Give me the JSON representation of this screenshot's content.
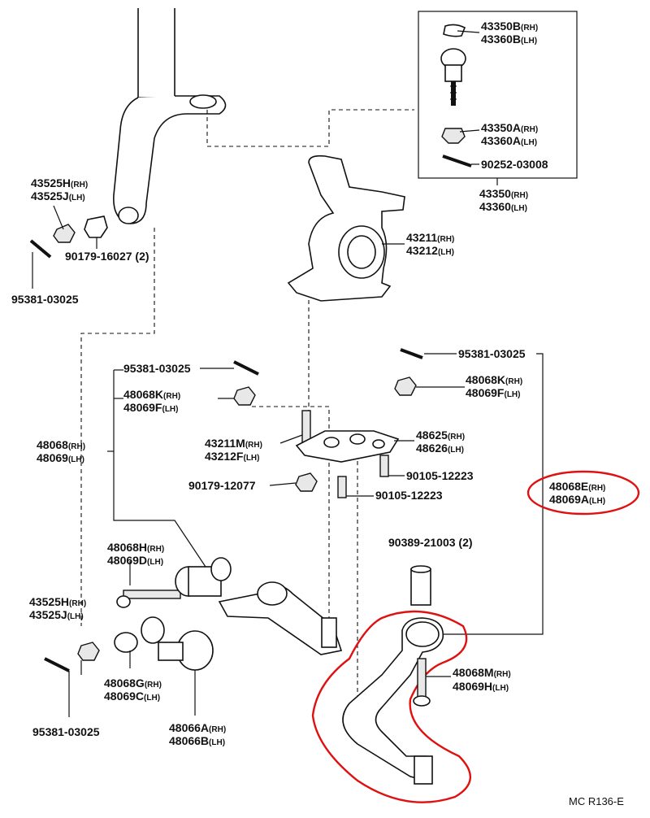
{
  "labels": {
    "l_43350B": "43350B",
    "l_43360B": "43360B",
    "rh": "(RH)",
    "lh": "(LH)",
    "l_43350A": "43350A",
    "l_43360A": "43360A",
    "l_90252": "90252-03008",
    "l_43350": "43350",
    "l_43360": "43360",
    "l_43211": "43211",
    "l_43212": "43212",
    "l_43525H_top": "43525H",
    "l_43525J_top": "43525J",
    "l_90179_16027": "90179-16027 (2)",
    "l_95381_left_top": "95381-03025",
    "l_95381_mid": "95381-03025",
    "l_48068K_mid": "48068K",
    "l_48069F_mid": "48069F",
    "l_48068": "48068",
    "l_48069": "48069",
    "l_43211M": "43211M",
    "l_43212F": "43212F",
    "l_90179_12077": "90179-12077",
    "l_95381_right": "95381-03025",
    "l_48068K_right": "48068K",
    "l_48069F_right": "48069F",
    "l_48625": "48625",
    "l_48626": "48626",
    "l_90105_a": "90105-12223",
    "l_90105_b": "90105-12223",
    "l_48068E": "48068E",
    "l_48069A": "48069A",
    "l_90389": "90389-21003 (2)",
    "l_48068H": "48068H",
    "l_48069D": "48069D",
    "l_43525H_bot": "43525H",
    "l_43525J_bot": "43525J",
    "l_48068G": "48068G",
    "l_48069C": "48069C",
    "l_48068M": "48068M",
    "l_48069H": "48069H",
    "l_95381_bot": "95381-03025",
    "l_48066A": "48066A",
    "l_48066B": "48066B",
    "footer_code": "MC R136-E"
  },
  "colors": {
    "highlight": "#e01010",
    "ink": "#111111"
  }
}
